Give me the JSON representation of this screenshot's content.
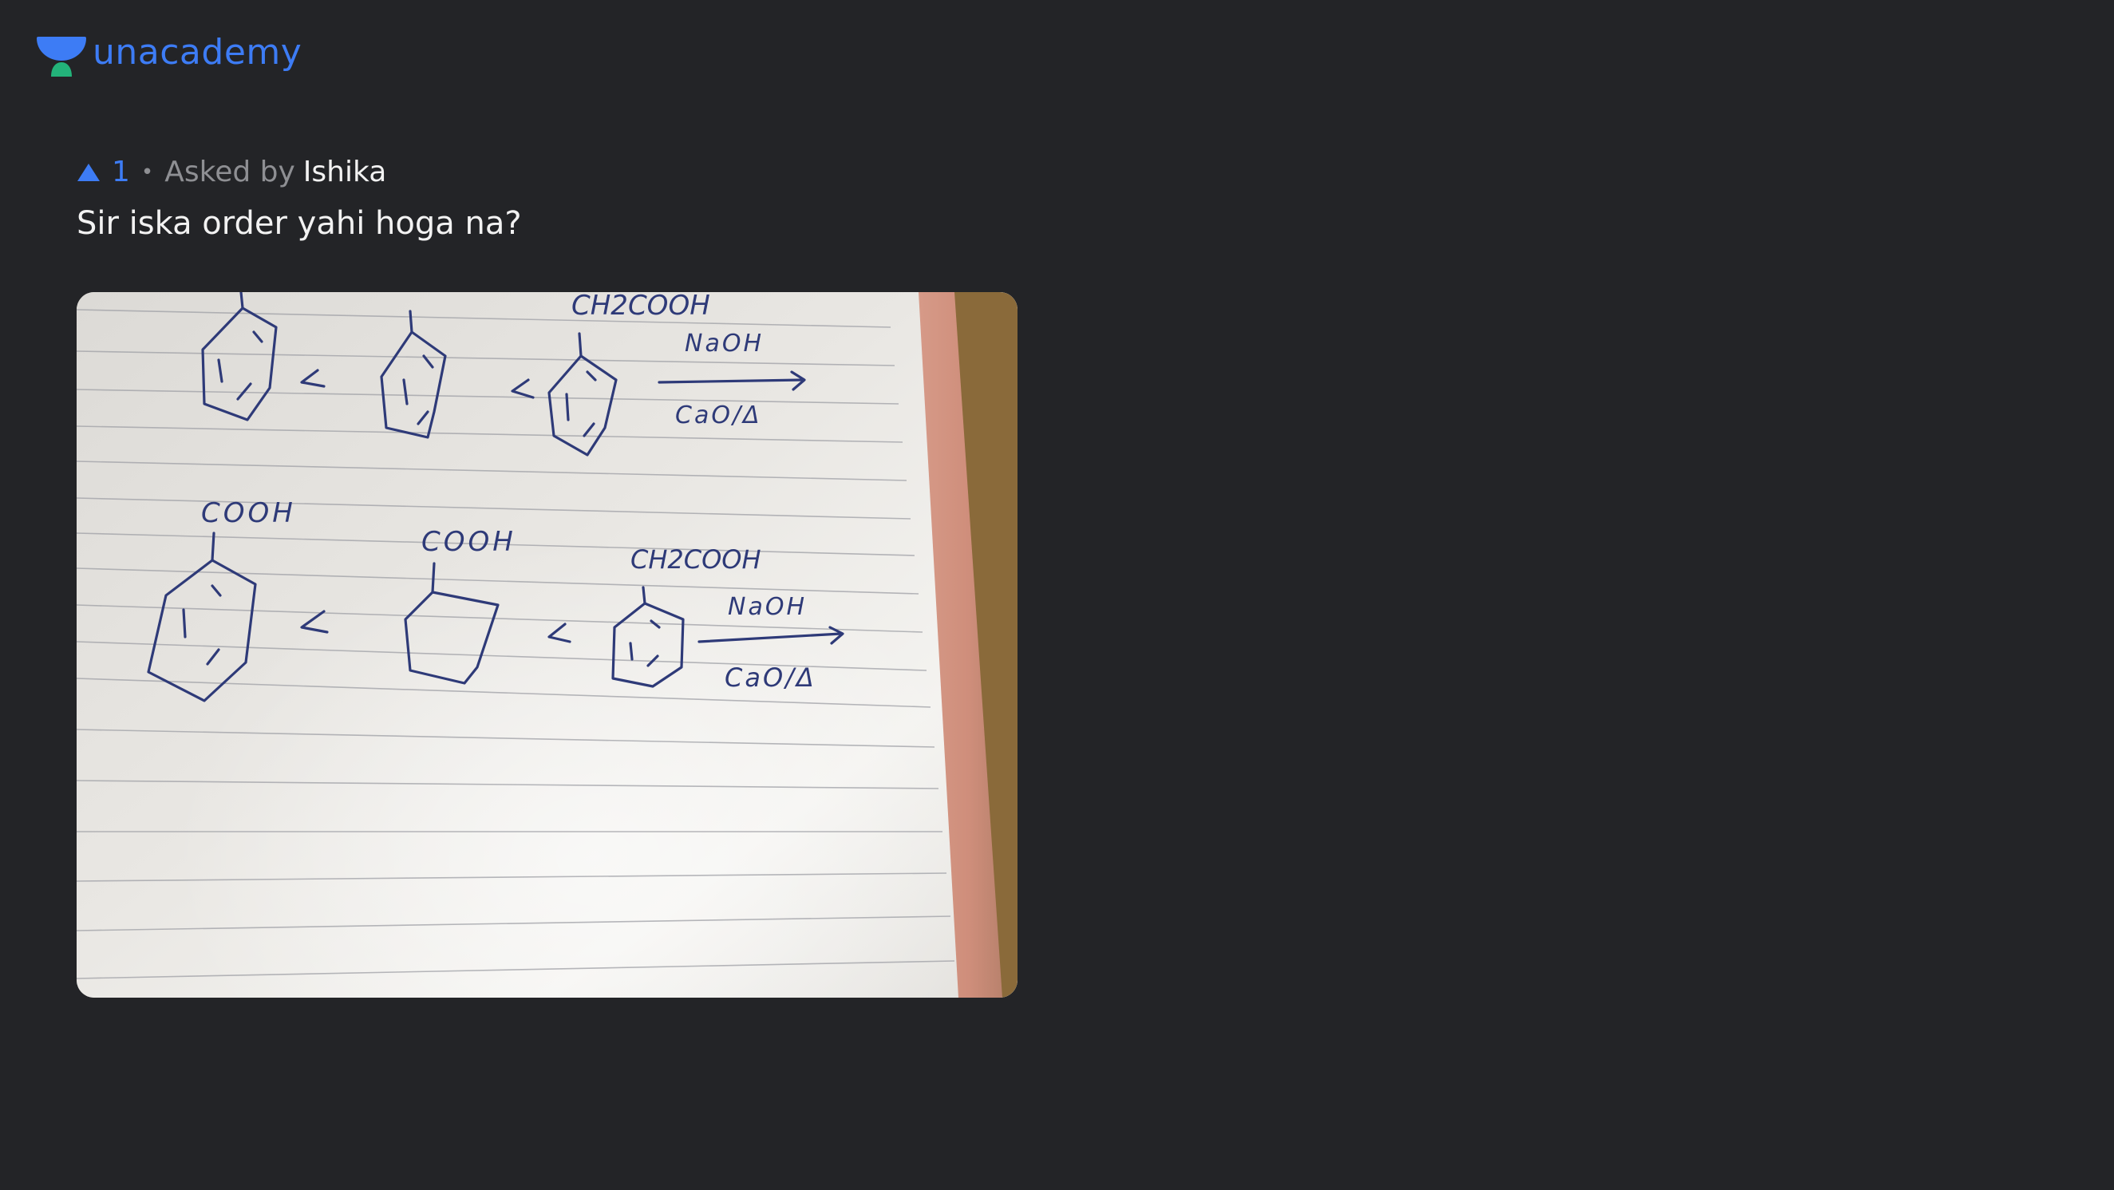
{
  "header": {
    "logo_text": "unacademy",
    "logo_icon": "unacademy-cup-icon",
    "brand_color": "#3d7cf5",
    "accent_color": "#23b37a"
  },
  "question": {
    "upvote_icon": "upvote-triangle-icon",
    "upvote_count": "1",
    "separator": "•",
    "asked_by_label": "Asked by",
    "author": "Ishika",
    "text": "Sir iska order yahi hoga na?"
  },
  "attachment": {
    "type": "photo",
    "handwriting": {
      "row1_top_labels": [
        "CH2COOH"
      ],
      "row1_comparators": [
        "<",
        "<"
      ],
      "row1_reagent_top": "NaOH",
      "row1_reagent_bottom": "CaO/Δ",
      "row2_substituents": [
        "COOH",
        "COOH",
        "CH2COOH"
      ],
      "row2_comparators": [
        "<",
        "<"
      ],
      "row2_reagent_top": "NaOH",
      "row2_reagent_bottom": "CaO/Δ"
    }
  },
  "colors": {
    "background": "#232427",
    "text_primary": "#f2f2f2",
    "text_secondary": "#8e8f93",
    "ink": "#2e3a78",
    "paper": "#e8e6e1",
    "notebook_edge": "#d99a86"
  }
}
